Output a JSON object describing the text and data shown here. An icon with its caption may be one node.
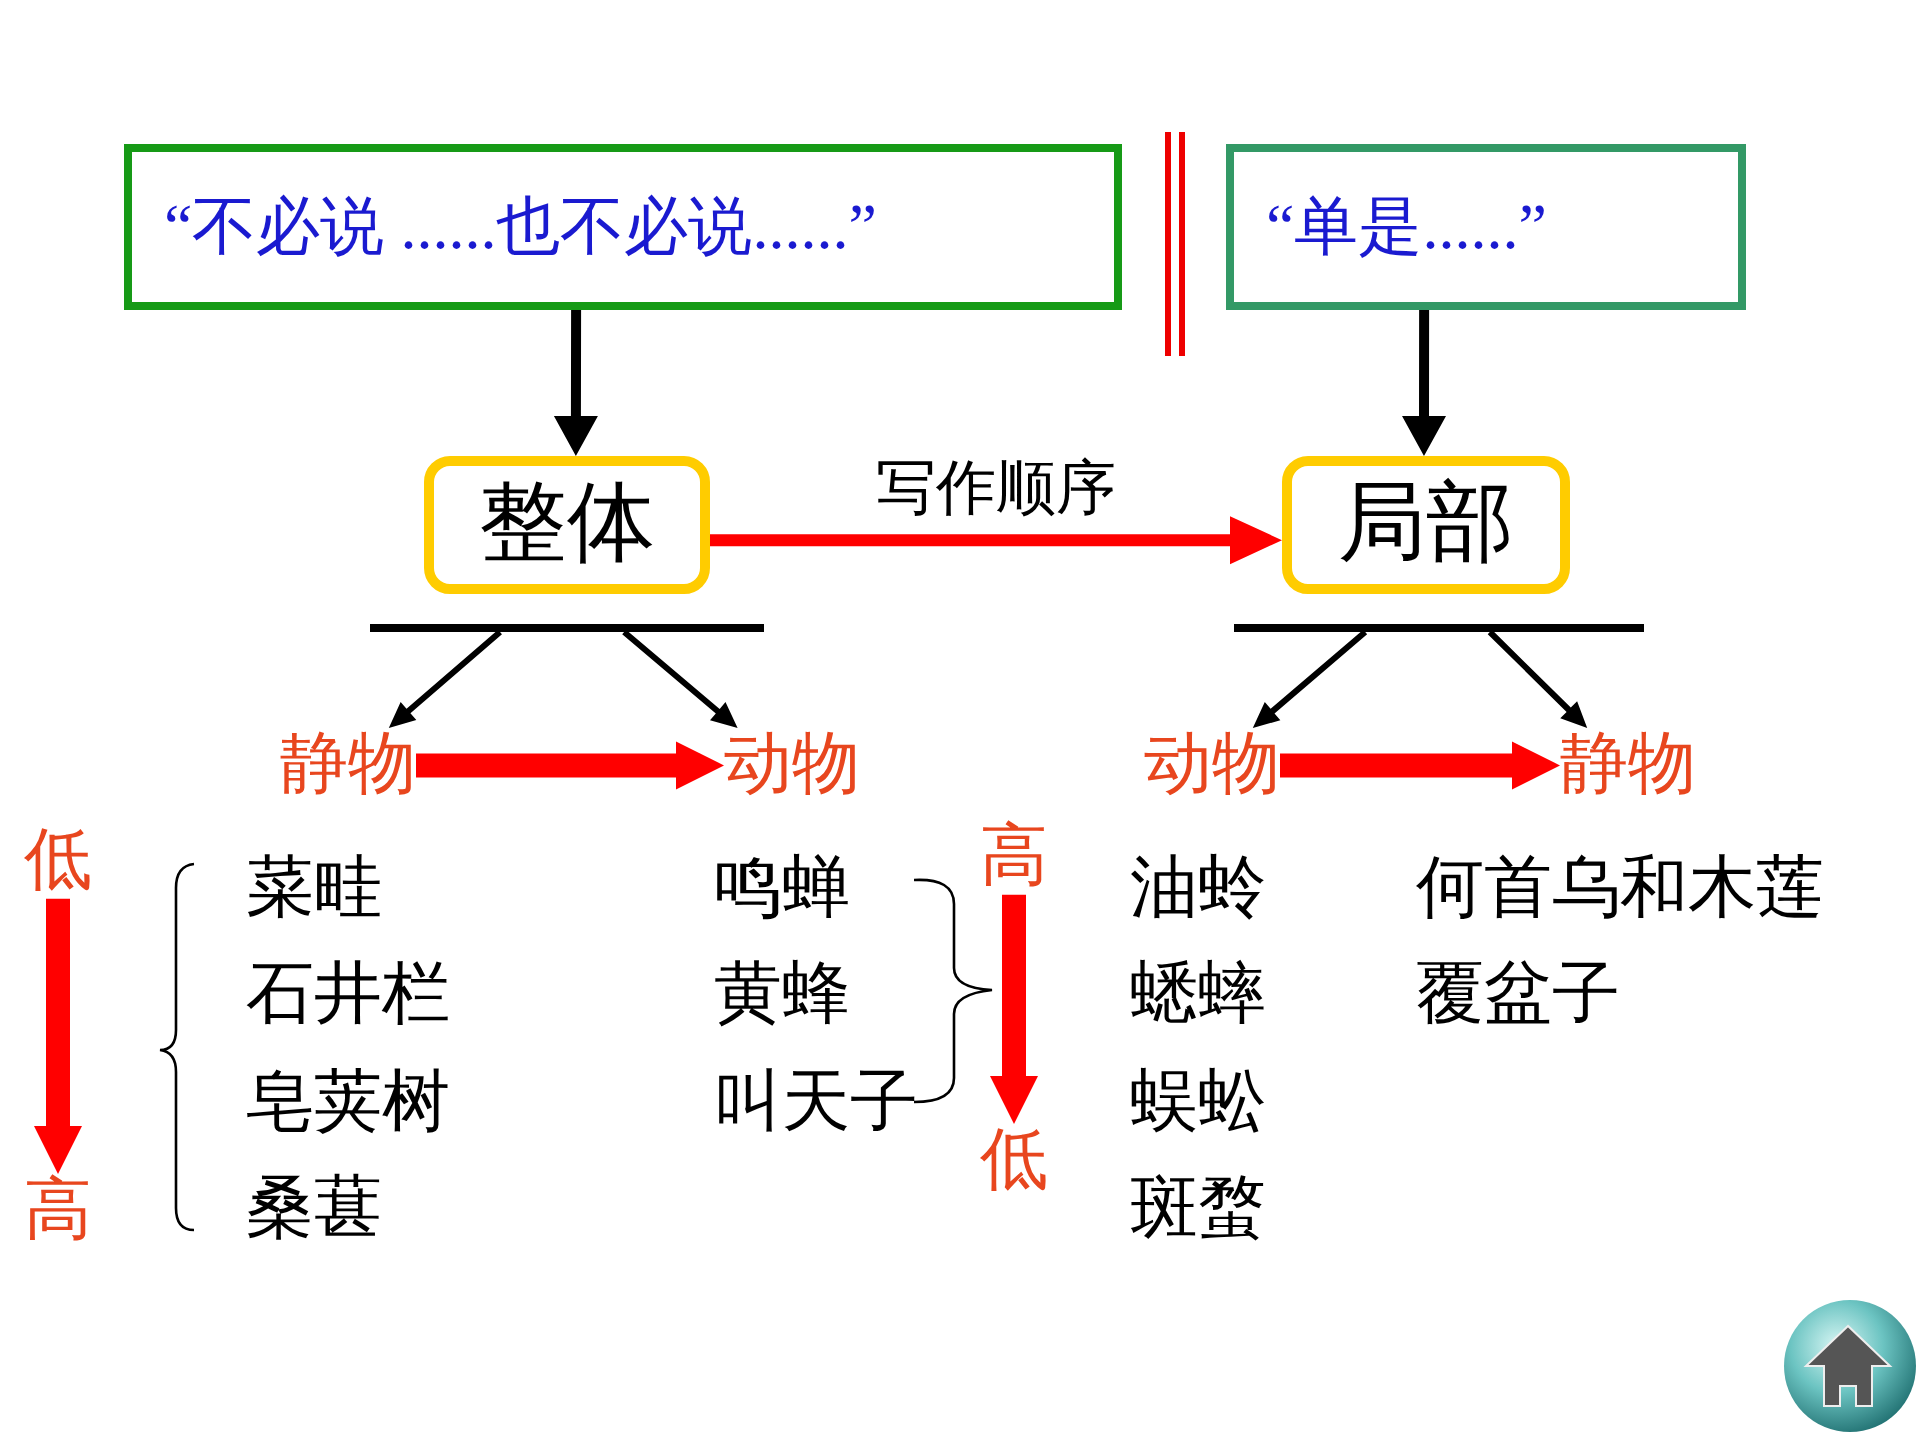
{
  "diagram": {
    "nodes": [
      {
        "text": [
          "“不必说 ......也不必说......”"
        ]
      },
      {
        "text": [
          "“单是......”"
        ]
      },
      {
        "text": [
          "整体"
        ]
      },
      {
        "text": [
          "局部"
        ]
      },
      {
        "text": [],
        "shape": "bar"
      },
      {
        "text": [],
        "shape": "bar"
      },
      {
        "text": [
          "静物"
        ]
      },
      {
        "text": [
          "动物"
        ]
      },
      {
        "text": [
          "动物"
        ]
      },
      {
        "text": [
          "静物"
        ]
      },
      {
        "text": [
          "低"
        ]
      },
      {
        "text": [
          "高"
        ]
      },
      {
        "text": [
          "高"
        ]
      },
      {
        "text": [
          "低"
        ]
      }
    ],
    "edges": [
      {
        "from": 0,
        "to": 2,
        "arrow": "to"
      },
      {
        "from": 1,
        "to": 3,
        "arrow": "to"
      },
      {
        "from": 2,
        "to": 3,
        "arrow": "to",
        "label": "写作顺序",
        "color": "#ff0000"
      },
      {
        "from": 4,
        "to": 6,
        "arrow": "to"
      },
      {
        "from": 4,
        "to": 7,
        "arrow": "to"
      },
      {
        "from": 5,
        "to": 8,
        "arrow": "to"
      },
      {
        "from": 5,
        "to": 9,
        "arrow": "to"
      },
      {
        "from": 6,
        "to": 7,
        "arrow": "to",
        "style": "thick",
        "color": "#ff0000"
      },
      {
        "from": 8,
        "to": 9,
        "arrow": "to",
        "style": "thick",
        "color": "#ff0000"
      },
      {
        "from": 10,
        "to": 11,
        "arrow": "to",
        "style": "thick",
        "color": "#ff0000"
      },
      {
        "from": 12,
        "to": 13,
        "arrow": "to",
        "style": "thick",
        "color": "#ff0000"
      }
    ],
    "labels": [
      "菜畦",
      "石井栏",
      "皂荚树",
      "桑葚",
      "鸣蝉",
      "黄蜂",
      "叫天子",
      "油蛉",
      "蟋蟀",
      "蜈蚣",
      "斑蝥",
      "何首乌和木莲",
      "覆盆子"
    ]
  }
}
